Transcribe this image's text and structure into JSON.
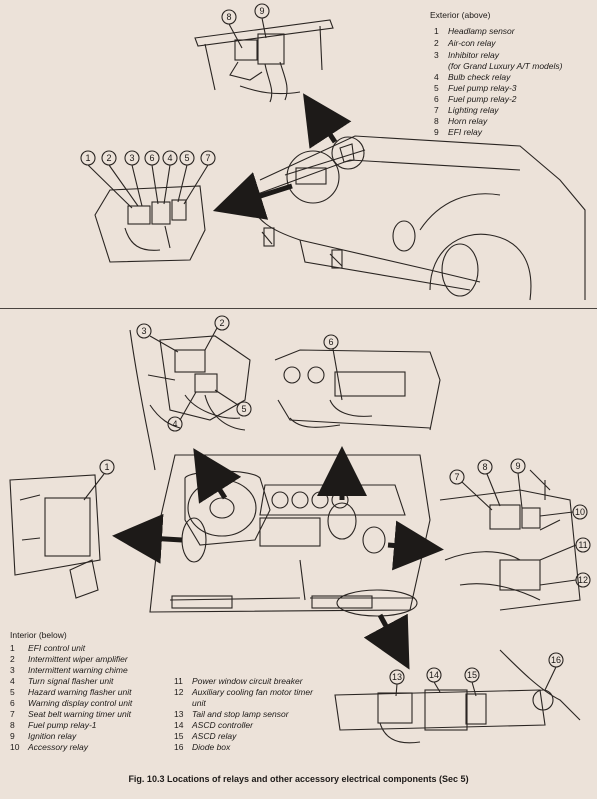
{
  "exterior": {
    "title": "Exterior (above)",
    "items": [
      {
        "num": "1",
        "label": "Headlamp sensor"
      },
      {
        "num": "2",
        "label": "Air-con relay"
      },
      {
        "num": "3",
        "label": "Inhibitor relay"
      },
      {
        "num": "",
        "label": "(for Grand Luxury A/T models)"
      },
      {
        "num": "4",
        "label": "Bulb check relay"
      },
      {
        "num": "5",
        "label": "Fuel pump relay-3"
      },
      {
        "num": "6",
        "label": "Fuel pump relay-2"
      },
      {
        "num": "7",
        "label": "Lighting relay"
      },
      {
        "num": "8",
        "label": "Horn relay"
      },
      {
        "num": "9",
        "label": "EFI relay"
      }
    ]
  },
  "interior": {
    "title": "Interior (below)",
    "items_left": [
      {
        "num": "1",
        "label": "EFI control unit"
      },
      {
        "num": "2",
        "label": "Intermittent wiper amplifier"
      },
      {
        "num": "3",
        "label": "Intermittent warning chime"
      },
      {
        "num": "4",
        "label": "Turn signal flasher unit"
      },
      {
        "num": "5",
        "label": "Hazard warning flasher unit"
      },
      {
        "num": "6",
        "label": "Warning display control unit"
      },
      {
        "num": "7",
        "label": "Seat belt warning timer unit"
      },
      {
        "num": "8",
        "label": "Fuel pump relay-1"
      },
      {
        "num": "9",
        "label": "Ignition relay"
      },
      {
        "num": "10",
        "label": "Accessory relay"
      }
    ],
    "items_right": [
      {
        "num": "11",
        "label": "Power window circuit breaker"
      },
      {
        "num": "12",
        "label": "Auxiliary cooling fan motor timer"
      },
      {
        "num": "",
        "label": "unit"
      },
      {
        "num": "13",
        "label": "Tail and stop lamp sensor"
      },
      {
        "num": "14",
        "label": "ASCD controller"
      },
      {
        "num": "15",
        "label": "ASCD relay"
      },
      {
        "num": "16",
        "label": "Diode box"
      }
    ]
  },
  "callouts": {
    "top_detail": [
      "8",
      "9"
    ],
    "relay_bank": [
      "1",
      "2",
      "3",
      "6",
      "4",
      "5",
      "7"
    ],
    "upper_left_detail": [
      "3",
      "2",
      "4",
      "5"
    ],
    "upper_mid_detail": [
      "6"
    ],
    "left_detail": [
      "1"
    ],
    "right_detail": [
      "7",
      "8",
      "9",
      "10",
      "11",
      "12"
    ],
    "bottom_detail": [
      "13",
      "14",
      "15",
      "16"
    ]
  },
  "caption": "Fig. 10.3 Locations of relays and other accessory electrical components (Sec 5)"
}
